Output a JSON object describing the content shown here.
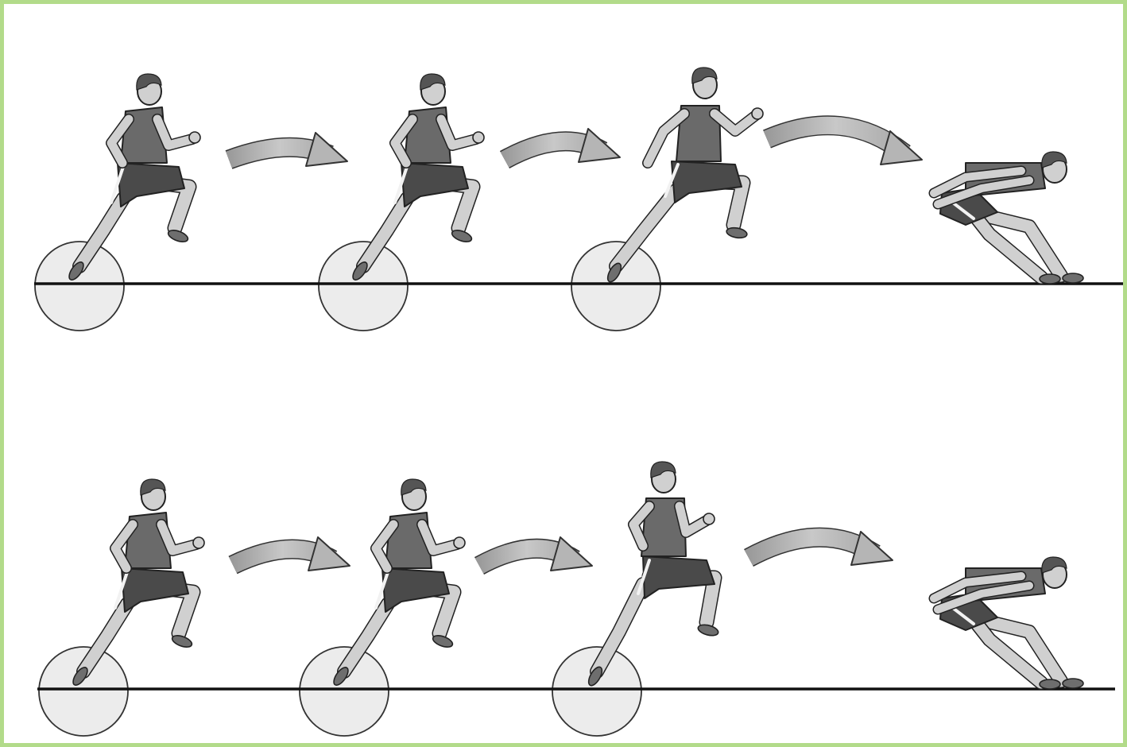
{
  "colors": {
    "border": "#b2db8a",
    "background": "#ffffff",
    "ground_line": "#111111",
    "marker_fill": "#ececec",
    "marker_stroke": "#333333",
    "figure_skin": "#d0d0d0",
    "figure_outline": "#222222",
    "singlet": "#6a6a6a",
    "shorts": "#4a4a4a",
    "shorts_stripe": "#f2f2f2",
    "hair": "#555555",
    "arrow_fill": "#b5b5b5",
    "arrow_stroke": "#333333"
  },
  "rows": [
    {
      "name": "row-top",
      "frames": [
        {
          "pose": "drive-phase",
          "ground_marker": true
        },
        {
          "pose": "drive-phase",
          "ground_marker": true
        },
        {
          "pose": "full-stride",
          "ground_marker": true
        },
        {
          "pose": "finish-lean",
          "ground_marker": false
        }
      ]
    },
    {
      "name": "row-bottom",
      "frames": [
        {
          "pose": "drive-phase",
          "ground_marker": true
        },
        {
          "pose": "drive-phase",
          "ground_marker": true
        },
        {
          "pose": "upright-drive",
          "ground_marker": true
        },
        {
          "pose": "finish-lean",
          "ground_marker": false
        }
      ]
    }
  ],
  "arrow_icon": "curved-arrow-icon"
}
